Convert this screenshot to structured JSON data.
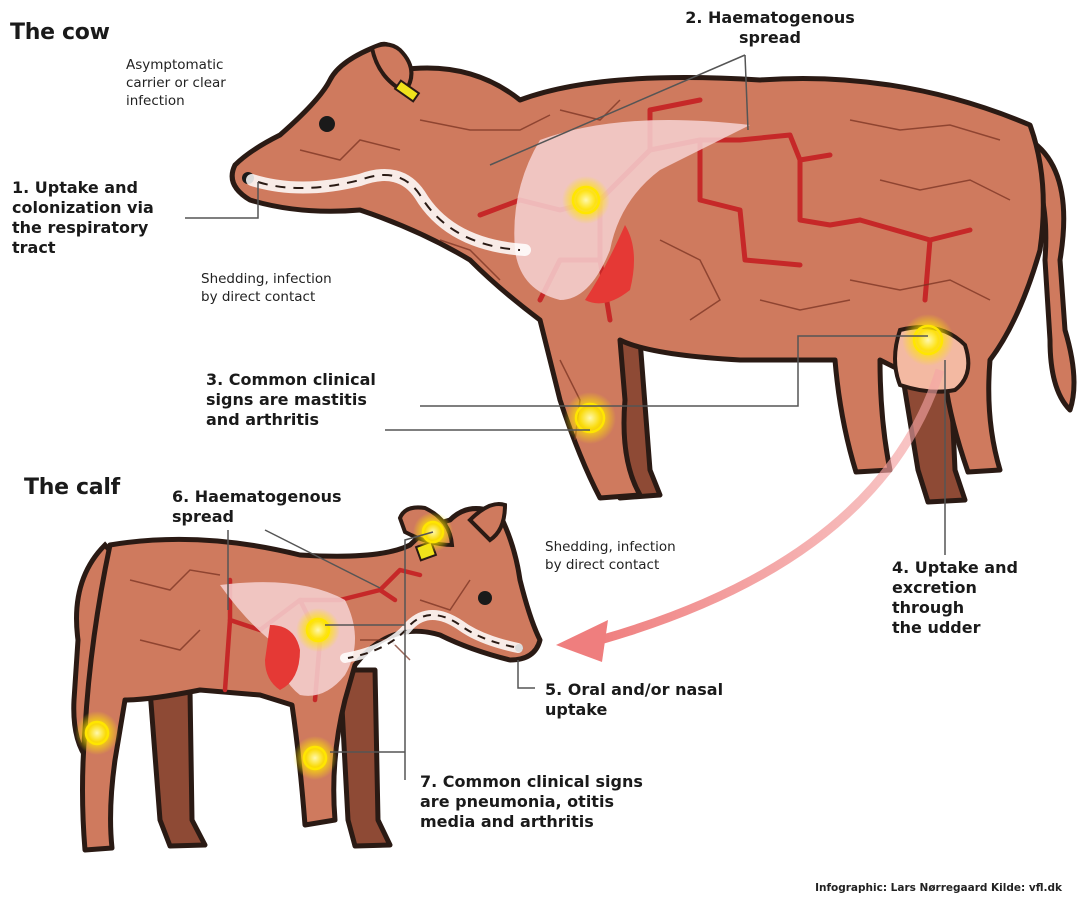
{
  "cow": {
    "title": "The cow",
    "carrier_note": "Asymptomatic\ncarrier or clear\ninfection",
    "shedding_note": "Shedding, infection\nby direct contact",
    "step1": "1.  Uptake and\ncolonization via\nthe respiratory\ntract",
    "step2": "2.  Haematogenous\nspread",
    "step3": "3.  Common clinical\nsigns are mastitis\nand arthritis",
    "step4": "4.  Uptake and\nexcretion\nthrough\nthe udder"
  },
  "calf": {
    "title": "The calf",
    "shedding_note": "Shedding, infection\nby direct contact",
    "step5": "5.  Oral and/or nasal\nuptake",
    "step6": "6.  Haematogenous\nspread",
    "step7": "7.  Common clinical signs\nare pneumonia, otitis\nmedia and arthritis"
  },
  "credit": "Infographic: Lars Nørregaard Kilde: vfl.dk",
  "colors": {
    "body": "#cf7a5e",
    "body_dark": "#8e4a35",
    "outline": "#2a1a14",
    "vessel": "#c62828",
    "lung": "#f6d2d2",
    "heart": "#e53935",
    "infection_glow": "#ffe600",
    "transmission_arrow": "#ef7e7e"
  }
}
